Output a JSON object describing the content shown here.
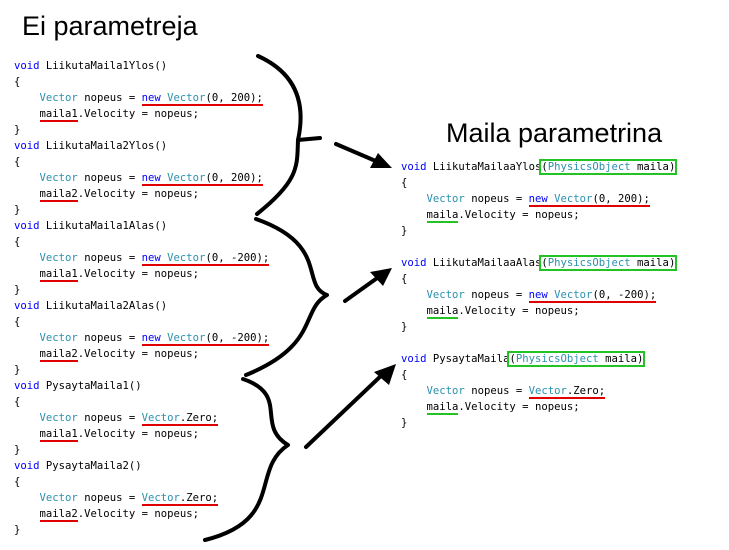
{
  "title_left": "Ei parametreja",
  "title_right": "Maila parametrina",
  "left_code": [
    {
      "signature": "LiikutaMaila1Ylos()",
      "var": "maila1",
      "rhs": "new",
      "vec_args": "(0, 200);"
    },
    {
      "signature": "LiikutaMaila2Ylos()",
      "var": "maila2",
      "rhs": "new",
      "vec_args": "(0, 200);"
    },
    {
      "signature": "LiikutaMaila1Alas()",
      "var": "maila1",
      "rhs": "new",
      "vec_args": "(0, -200);"
    },
    {
      "signature": "LiikutaMaila2Alas()",
      "var": "maila2",
      "rhs": "new",
      "vec_args": "(0, -200);"
    },
    {
      "signature": "PysaytaMaila1()",
      "var": "maila1",
      "rhs": "zero",
      "vec_args": ".Zero;"
    },
    {
      "signature": "PysaytaMaila2()",
      "var": "maila2",
      "rhs": "zero",
      "vec_args": ".Zero;"
    }
  ],
  "right_code": [
    {
      "name": "LiikutaMailaaYlos",
      "param_type": "PhysicsObject",
      "param": "maila",
      "rhs": "new",
      "vec_args": "(0, 200);"
    },
    {
      "name": "LiikutaMailaaAlas",
      "param_type": "PhysicsObject",
      "param": "maila",
      "rhs": "new",
      "vec_args": "(0, -200);"
    },
    {
      "name": "PysaytaMaila",
      "param_type": "PhysicsObject",
      "param": "maila",
      "rhs": "zero",
      "vec_args": ".Zero;"
    }
  ],
  "tokens": {
    "void": "void",
    "open": "{",
    "close": "}",
    "vector": "Vector",
    "new": "new",
    "nopeus": "nopeus",
    "equals": "=",
    "velocity": ".Velocity = nopeus;",
    "paren_open": "(",
    "paren_close": ")"
  },
  "colors": {
    "keyword": "#0000ff",
    "type": "#2b91af",
    "red_underline": "#e00000",
    "green_highlight": "#22c322"
  }
}
